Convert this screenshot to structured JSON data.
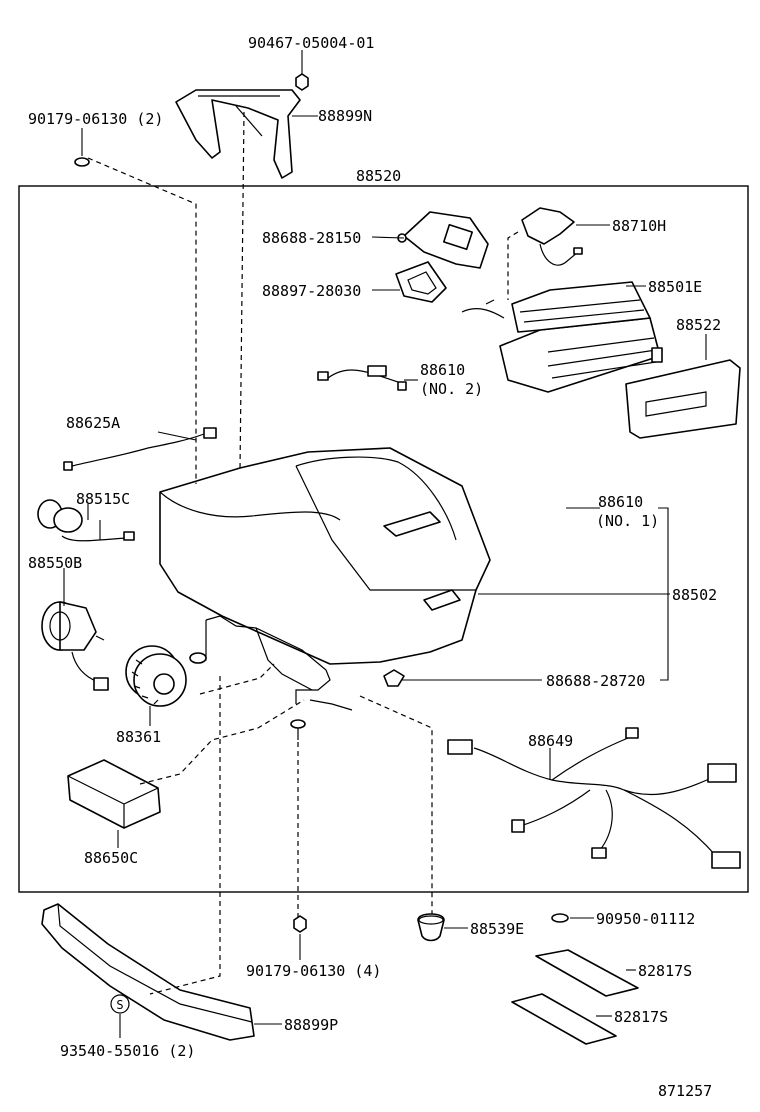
{
  "labels": {
    "p90467": "90467-05004-01",
    "p90179a": "90179-06130 (2)",
    "p88899N": "88899N",
    "p88520": "88520",
    "p88688a": "88688-28150",
    "p88710H": "88710H",
    "p88897": "88897-28030",
    "p88501E": "88501E",
    "p88522": "88522",
    "p88610b": "88610",
    "p88610b_no": "(NO. 2)",
    "p88625A": "88625A",
    "p88515C": "88515C",
    "p88610a": "88610",
    "p88610a_no": "(NO. 1)",
    "p88550B": "88550B",
    "p88502": "88502",
    "p88688b": "88688-28720",
    "p88361": "88361",
    "p88649": "88649",
    "p88650C": "88650C",
    "p88539E": "88539E",
    "p90950": "90950-01112",
    "p90179b": "90179-06130 (4)",
    "p82817S_a": "82817S",
    "p82817S_b": "82817S",
    "p88899P": "88899P",
    "s_mark": "S",
    "p93540": "93540-55016 (2)",
    "p871257": "871257"
  }
}
